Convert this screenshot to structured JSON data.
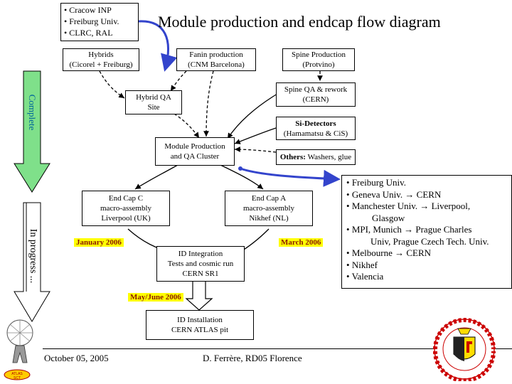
{
  "title": "Module production and endcap flow diagram",
  "institutes": [
    "Cracow INP",
    "Freiburg Univ.",
    "CLRC, RAL"
  ],
  "side_labels": {
    "complete": "Complete",
    "in_progress": "In progress ..."
  },
  "nodes": {
    "hybrids": {
      "name": "Hybrids",
      "detail": "(Cicorel + Freiburg)"
    },
    "fanin": {
      "name": "Fanin production",
      "detail": "(CNM Barcelona)"
    },
    "spine_prod": {
      "name": "Spine Production",
      "detail": "(Protvino)"
    },
    "spine_qa": {
      "name": "Spine QA & rework",
      "detail": "(CERN)"
    },
    "hybrid_qa": {
      "name": "Hybrid QA",
      "detail": "Site"
    },
    "si_detectors": {
      "name": "Si-Detectors",
      "detail": "(Hamamatsu & CiS)"
    },
    "module_prod": {
      "name": "Module Production",
      "detail": "and QA Cluster"
    },
    "others": {
      "name": "Others:",
      "detail": "Washers, glue"
    },
    "endcap_c": {
      "name": "End Cap C",
      "detail": "macro-assembly",
      "site": "Liverpool (UK)"
    },
    "endcap_a": {
      "name": "End Cap A",
      "detail": "macro-assembly",
      "site": "Nikhef (NL)"
    },
    "id_integration": {
      "name": "ID Integration",
      "detail": "Tests and cosmic run",
      "site": "CERN SR1"
    },
    "id_installation": {
      "name": "ID Installation",
      "detail": "CERN ATLAS pit"
    }
  },
  "dates": {
    "january": "January 2006",
    "march": "March 2006",
    "mayjune": "May/June 2006"
  },
  "sites": [
    "Freiburg Univ.",
    "Geneva Univ. → CERN",
    "Manchester Univ. → Liverpool,",
    "Glasgow",
    "MPI, Munich → Prague Charles",
    "Univ, Prague Czech Tech. Univ.",
    "Melbourne → CERN",
    "Nikhef",
    "Valencia"
  ],
  "bullet": "•",
  "footer": {
    "date": "October 05, 2005",
    "author": "D. Ferrère, RD05 Florence"
  },
  "logo": {
    "atlas": "ATLAS SCT",
    "geneva": "SCHOLA GENEVENSIS"
  },
  "colors": {
    "arrow_green": "#7fe08a",
    "date_label_bg": "#ffff00",
    "date_label_text": "#8b1a00",
    "link_arrow": "#3344cc",
    "geneva_red": "#cc0000"
  }
}
